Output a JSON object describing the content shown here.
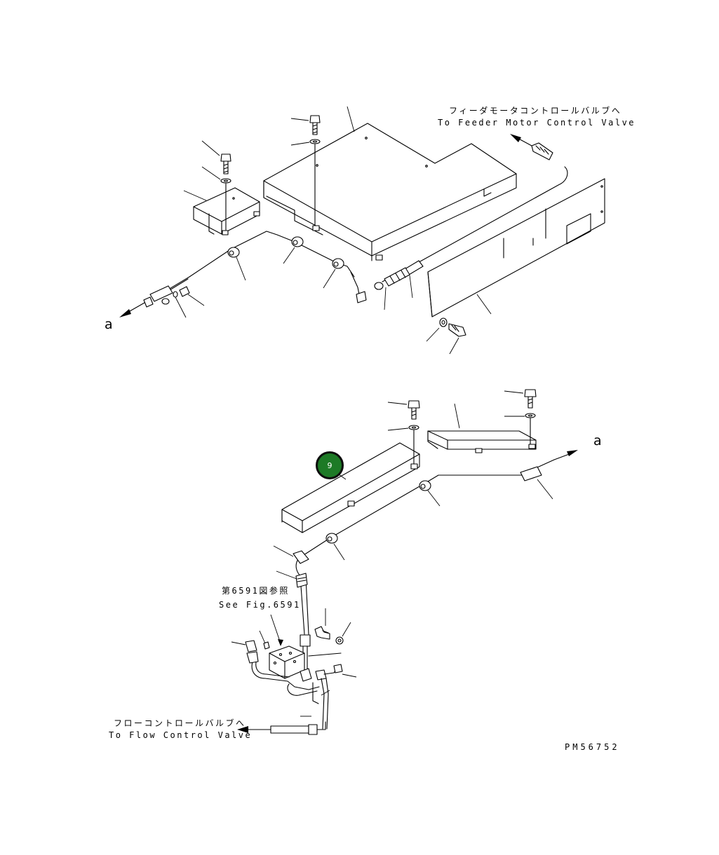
{
  "labels": {
    "feeder_jp": "フィーダモータコントロールバルブへ",
    "feeder_en": "To Feeder Motor Control Valve",
    "flow_jp": "フローコントロールバルブへ",
    "flow_en": "To Flow Control Valve",
    "seefig_jp": "第6591図参照",
    "seefig_en": "See Fig.6591",
    "ref_a_top": "a",
    "ref_a_bottom": "a",
    "drawing_code": "PM56752"
  },
  "callout": {
    "label": "9",
    "color": "#1d7a26"
  }
}
